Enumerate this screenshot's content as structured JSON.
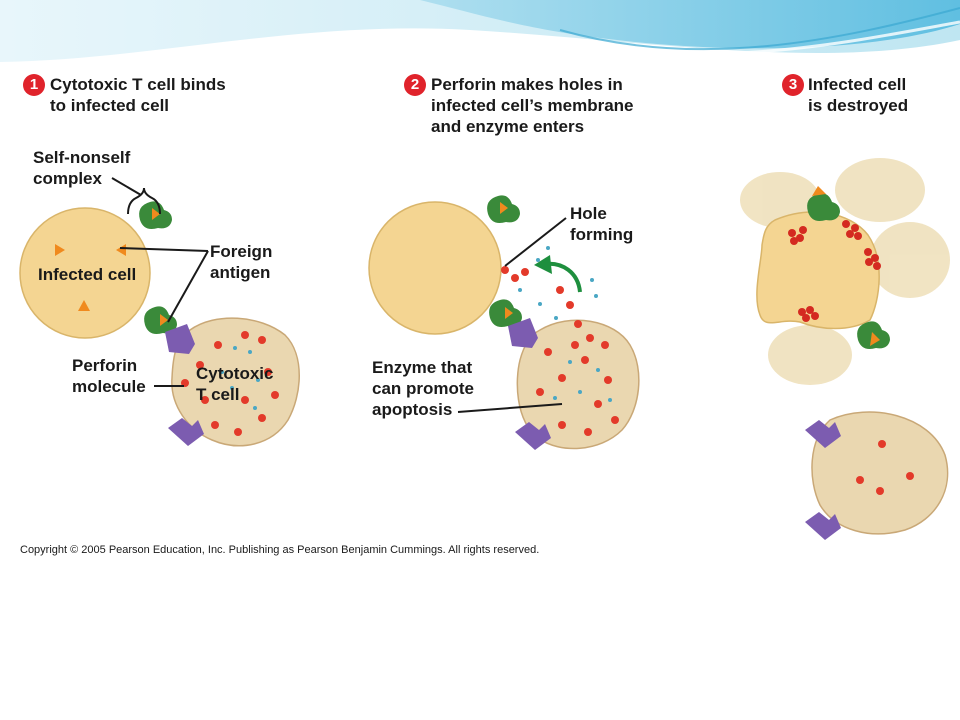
{
  "steps": [
    {
      "number": "1",
      "title": "Cytotoxic T cell binds\nto infected cell"
    },
    {
      "number": "2",
      "title": "Perforin makes holes in\ninfected cell’s membrane\nand enzyme enters"
    },
    {
      "number": "3",
      "title": "Infected cell\nis destroyed"
    }
  ],
  "labels": {
    "self_nonself": "Self-nonself\ncomplex",
    "foreign_antigen": "Foreign\nantigen",
    "infected_cell": "Infected cell",
    "perforin": "Perforin\nmolecule",
    "cytotoxic": "Cytotoxic\nT cell",
    "hole_forming": "Hole\nforming",
    "enzyme": "Enzyme that\ncan promote\napoptosis"
  },
  "copyright": "Copyright © 2005 Pearson Education, Inc. Publishing as Pearson Benjamin Cummings. All rights reserved.",
  "colors": {
    "banner_light": "#d9f0f7",
    "banner_dark": "#6fc7e3",
    "cell_fill": "#f4d592",
    "t_cell_fill": "#ead7b0",
    "receptor": "#3a8a3a",
    "antigen": "#f08a1e",
    "perforin": "#e33a2a",
    "enzyme": "#4aa7c4",
    "t_receptor": "#7c5cb0",
    "arrow": "#1e8f3e",
    "step_badge": "#e0232b"
  }
}
